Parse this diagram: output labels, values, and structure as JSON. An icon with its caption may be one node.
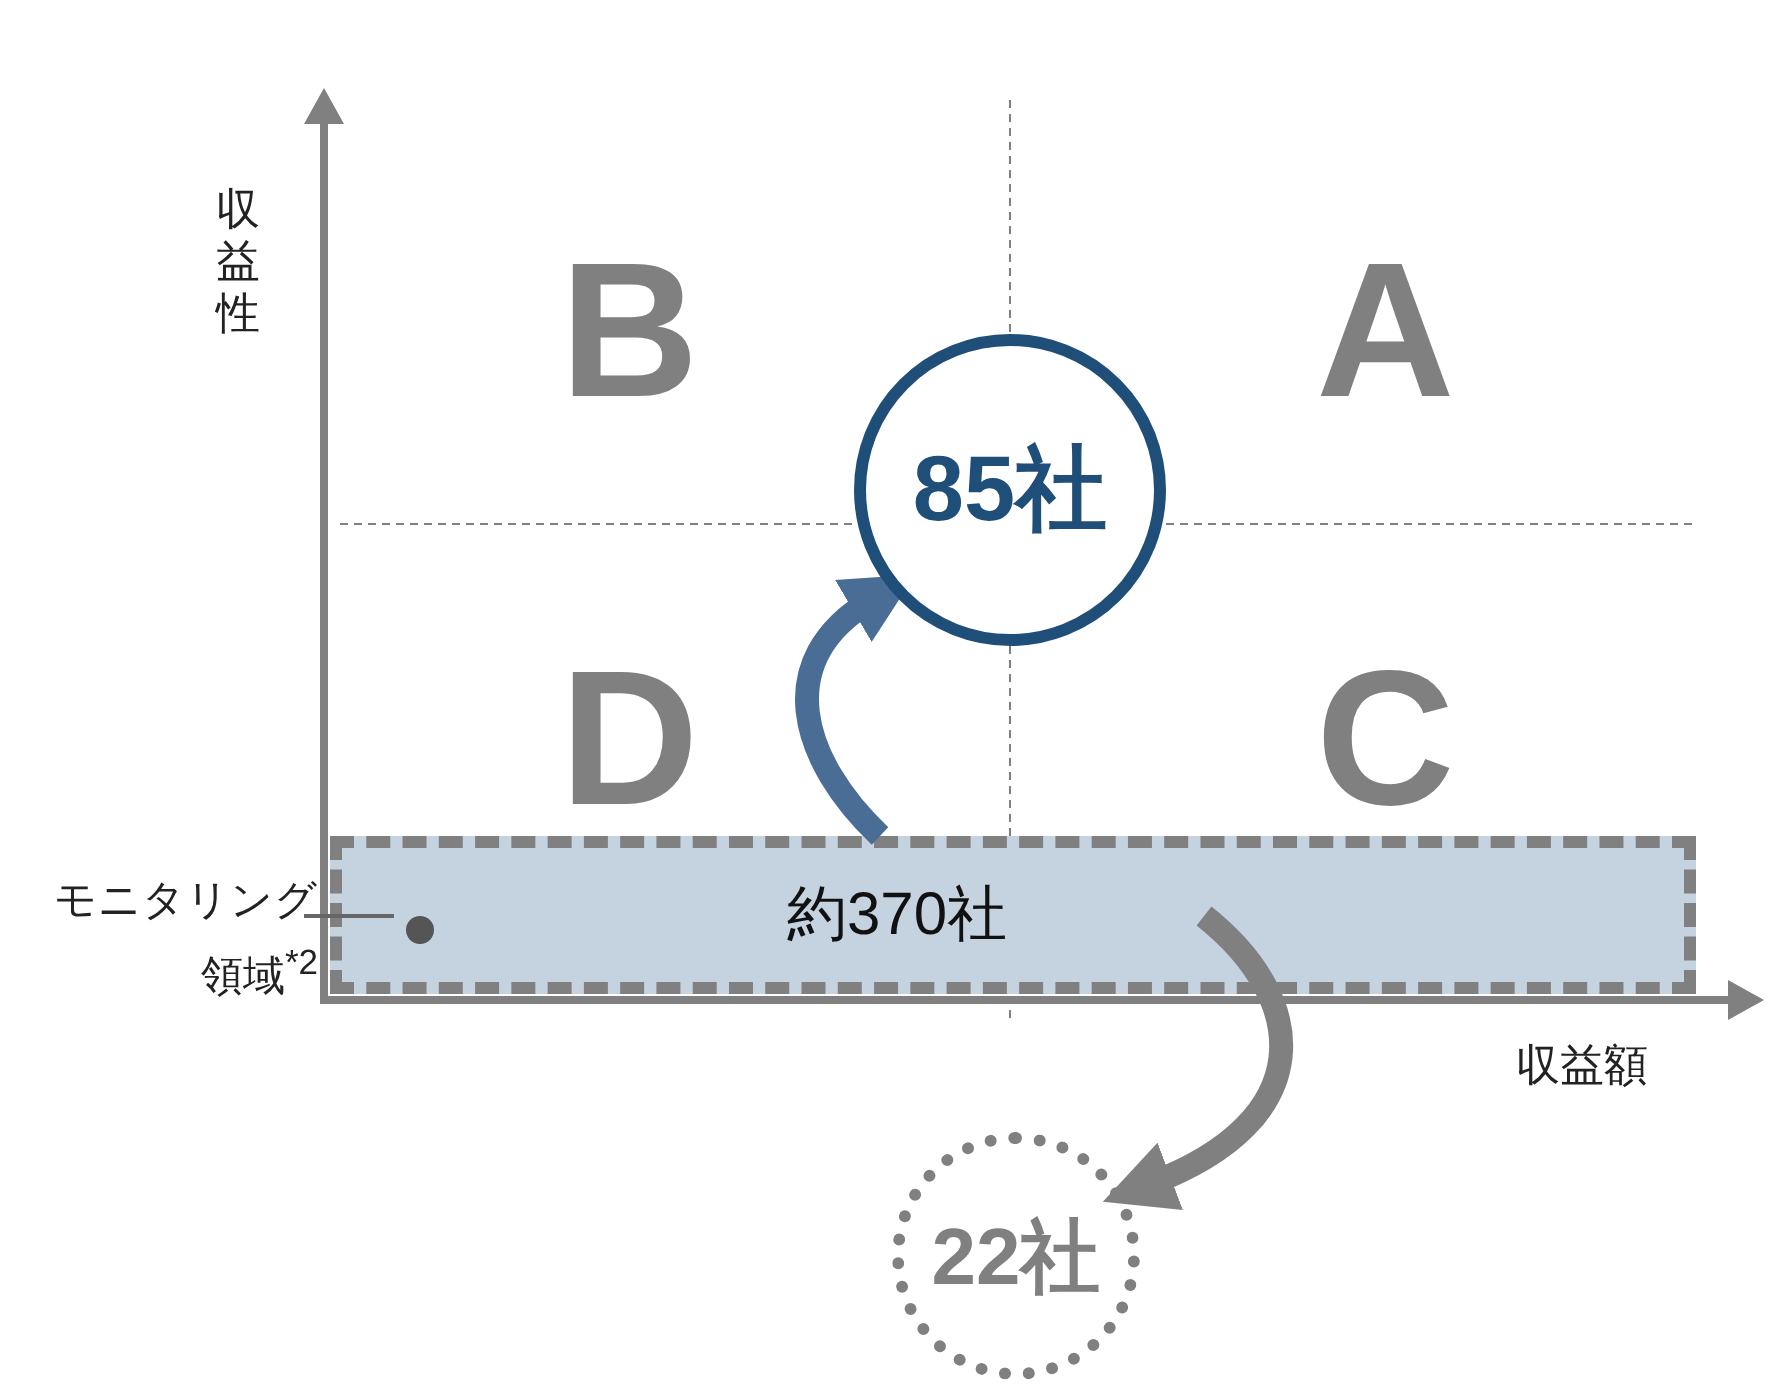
{
  "diagram": {
    "nodes": [
      {
        "text": [
          "85社"
        ]
      },
      {
        "text": [
          "約370社"
        ]
      },
      {
        "text": [
          "22社"
        ]
      },
      {
        "text": [
          "モニタリング領域$^{*2}$"
        ]
      },
      {
        "text": [],
        "shape": "circle",
        "in": 1
      }
    ],
    "edges": [
      {
        "from": 1,
        "to": 0,
        "arrow": "to",
        "color": "#4a6d96"
      },
      {
        "from": 1,
        "to": 2,
        "arrow": "to",
        "color": "#808080"
      },
      {
        "from": 3,
        "to": 4,
        "arrow": "none"
      }
    ],
    "labels": [
      "収益性",
      "B",
      "A",
      "D",
      "C",
      "収益額"
    ]
  }
}
